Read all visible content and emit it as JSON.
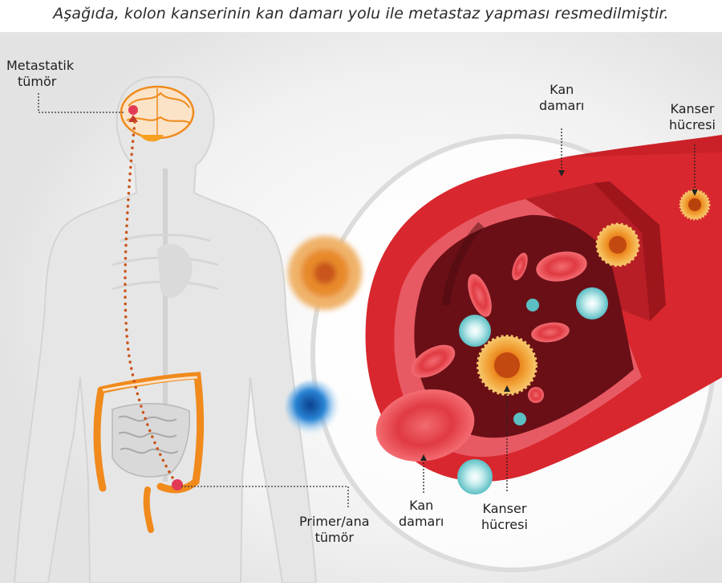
{
  "title": "Aşağıda, kolon kanserinin kan damarı yolu ile metastaz yapması resmedilmiştir.",
  "labels": {
    "metastatic_line1": "Metastatik",
    "metastatic_line2": "tümör",
    "primary_line1": "Primer/ana",
    "primary_line2": "tümör",
    "vessel_top_line1": "Kan",
    "vessel_top_line2": "damarı",
    "cell_top_line1": "Kanser",
    "cell_top_line2": "hücresi",
    "vessel_bottom_line1": "Kan",
    "vessel_bottom_line2": "damarı",
    "cell_bottom_line1": "Kanser",
    "cell_bottom_line2": "hücresi"
  },
  "colors": {
    "organ_outline": "#f08a1c",
    "vessel_wall": "#d8272e",
    "vessel_inner": "#e85a63",
    "lumen": "#6b0f16",
    "cancer_cell": "#e8901e",
    "white_cell": "#8fd6da",
    "tumor": "#e23a55"
  }
}
